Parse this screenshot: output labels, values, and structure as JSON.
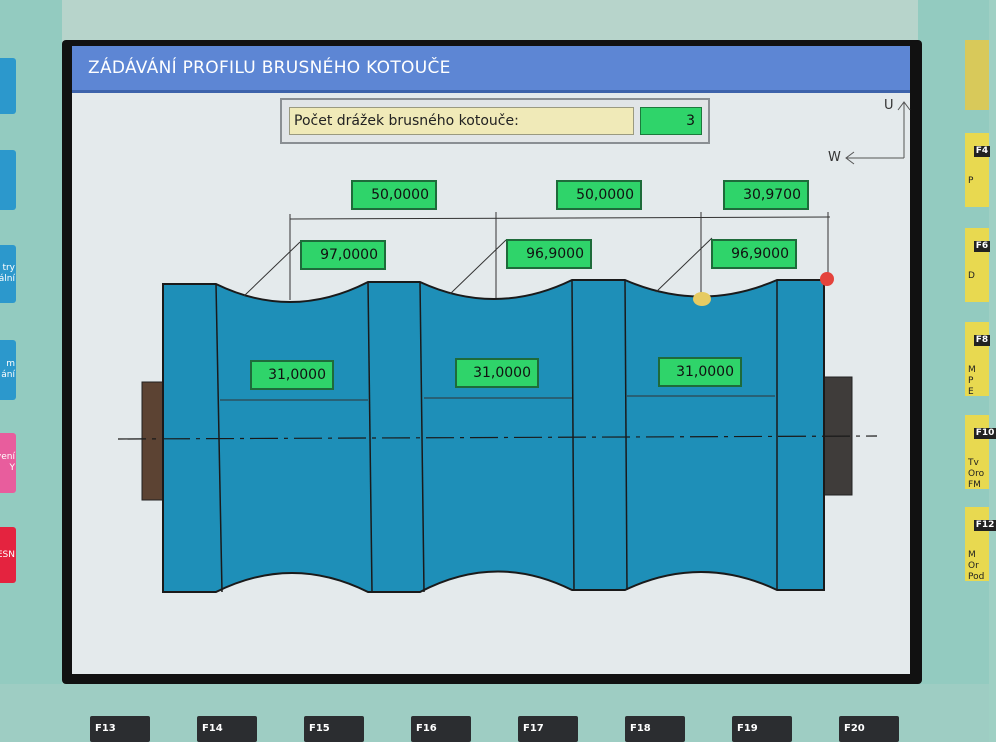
{
  "window": {
    "title": "ZÁDÁVÁNÍ PROFILU BRUSNÉHO KOTOUČE"
  },
  "groove_count": {
    "label": "Počet drážek brusného kotouče:",
    "value": "3"
  },
  "axes": {
    "u": "U",
    "w": "W"
  },
  "spacings": [
    "50,0000",
    "50,0000",
    "30,9700"
  ],
  "radii": [
    "97,0000",
    "96,9000",
    "96,9000"
  ],
  "widths": [
    "31,0000",
    "31,0000",
    "31,0000"
  ],
  "left_panel": [
    "try\nální",
    "m\nání",
    "vení\nY",
    "ESN"
  ],
  "right_keys": [
    {
      "label": "F4",
      "text": "P"
    },
    {
      "label": "F6",
      "text": "D"
    },
    {
      "label": "F8",
      "text": "M\nP\nE"
    },
    {
      "label": "F10",
      "text": "Tv\nOro\nFM"
    },
    {
      "label": "F12",
      "text": "M\nOr\nPod"
    }
  ],
  "function_keys": [
    "F13",
    "F14",
    "F15",
    "F16",
    "F17",
    "F18",
    "F19",
    "F20"
  ],
  "colors": {
    "wheel": "#1e8fb8",
    "field": "#2fd46a",
    "titlebar": "#5d86d4",
    "marker_red": "#e4433c",
    "marker_yellow": "#e6cb63"
  }
}
